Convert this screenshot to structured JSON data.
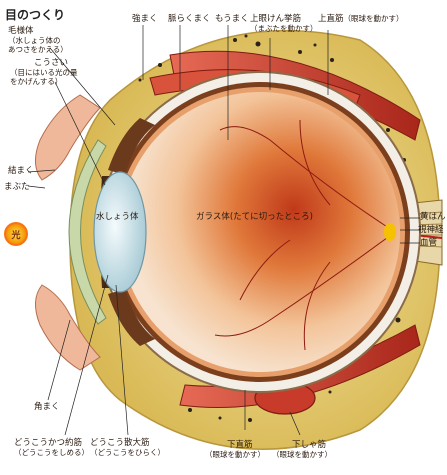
{
  "title": "目のつくり",
  "light_label": "光",
  "labels": {
    "ciliary": "毛様体",
    "ciliary_sub1": "（水しょう体の",
    "ciliary_sub2": "あつさをかえる）",
    "iris": "こうさい",
    "iris_sub1": "（目にはいる光の量",
    "iris_sub2": "をかげんする）",
    "sclera": "強まく",
    "choroid": "脈らくまく",
    "retina": "もうまく",
    "levator": "上眼けん挙筋",
    "levator_sub": "（まぶたを動かす）",
    "superior_rectus": "上直筋",
    "superior_rectus_sub": "（眼球を動かす）",
    "conjunctiva": "結まく",
    "eyelid": "まぶた",
    "lens": "水しょう体",
    "vitreous": "ガラス体(たてに切ったところ)",
    "macula": "黄はん",
    "optic_nerve": "視神経",
    "vessel": "血管",
    "cornea": "角まく",
    "sphincter": "どうこうかつ約筋",
    "sphincter_sub": "（どうこうをしめる）",
    "dilator": "どうこう散大筋",
    "dilator_sub": "（どうこうをひらく）",
    "inferior_rectus": "下直筋",
    "inferior_rectus_sub": "（眼球を動かす）",
    "inferior_oblique": "下しゃ筋",
    "inferior_oblique_sub": "（眼球を動かす）"
  },
  "colors": {
    "fat": "#e9d27a",
    "muscle": "#c0392b",
    "sclera": "#f4efe6",
    "choroid": "#7b3f1d",
    "retina_glow": "#d9541e",
    "vitreous": "#f6d3b5",
    "lens": "#d9ecf2",
    "cornea": "#c8d8a8"
  }
}
